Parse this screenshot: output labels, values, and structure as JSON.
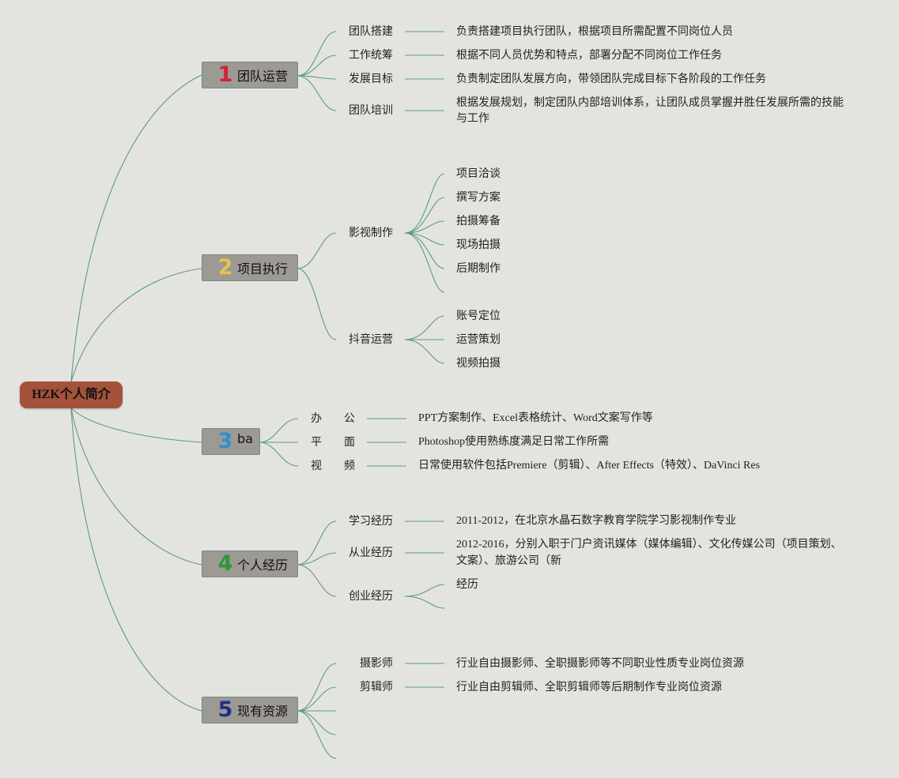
{
  "root": {
    "title": "HZK个人简介"
  },
  "branches": [
    {
      "num": "1",
      "title": "团队运营",
      "items": [
        {
          "label": "团队搭建",
          "desc": "负责搭建项目执行团队，根据项目所需配置不同岗位人员"
        },
        {
          "label": "工作统筹",
          "desc": "根据不同人员优势和特点，部署分配不同岗位工作任务"
        },
        {
          "label": "发展目标",
          "desc": "负责制定团队发展方向，带领团队完成目标下各阶段的工作任务"
        },
        {
          "label": "团队培训",
          "desc_line1": "根据发展规划，制定团队内部培训体系，让团队成员掌握并胜任发展所需的技能",
          "desc_line2": "与工作"
        }
      ]
    },
    {
      "num": "2",
      "title": "项目执行",
      "items": [
        {
          "label": "影视制作",
          "children": [
            "项目洽谈",
            "撰写方案",
            "拍摄筹备",
            "现场拍摄",
            "后期制作"
          ]
        },
        {
          "label": "抖音运营",
          "children": [
            "账号定位",
            "运营策划",
            "视频拍摄"
          ]
        }
      ]
    },
    {
      "num": "3",
      "title": "ba",
      "items": [
        {
          "label_a": "办",
          "label_b": "公",
          "desc": "PPT方案制作、Excel表格统计、Word文案写作等"
        },
        {
          "label_a": "平",
          "label_b": "面",
          "desc": "Photoshop使用熟练度满足日常工作所需"
        },
        {
          "label_a": "视",
          "label_b": "频",
          "desc": "日常使用软件包括Premiere（剪辑）、After Effects（特效）、DaVinci Res"
        }
      ]
    },
    {
      "num": "4",
      "title": "个人经历",
      "items": [
        {
          "label": "学习经历",
          "desc": "2011-2012，在北京水晶石数字教育学院学习影视制作专业"
        },
        {
          "label": "从业经历",
          "desc_line1": "2012-2016，分别入职于门户资讯媒体（媒体编辑）、文化传媒公司（项目策划、",
          "desc_line2": "文案）、旅游公司（新"
        },
        {
          "label": "创业经历",
          "children": [
            "经历"
          ]
        }
      ]
    },
    {
      "num": "5",
      "title": "现有资源",
      "items": [
        {
          "label": "摄影师",
          "desc": "行业自由摄影师、全职摄影师等不同职业性质专业岗位资源"
        },
        {
          "label": "剪辑师",
          "desc": "行业自由剪辑师、全职剪辑师等后期制作专业岗位资源"
        }
      ]
    }
  ],
  "colors": {
    "background": "#e3e4e0",
    "root": "#a4523a",
    "branch": "#9c9a93",
    "connector": "#5c9a86"
  }
}
